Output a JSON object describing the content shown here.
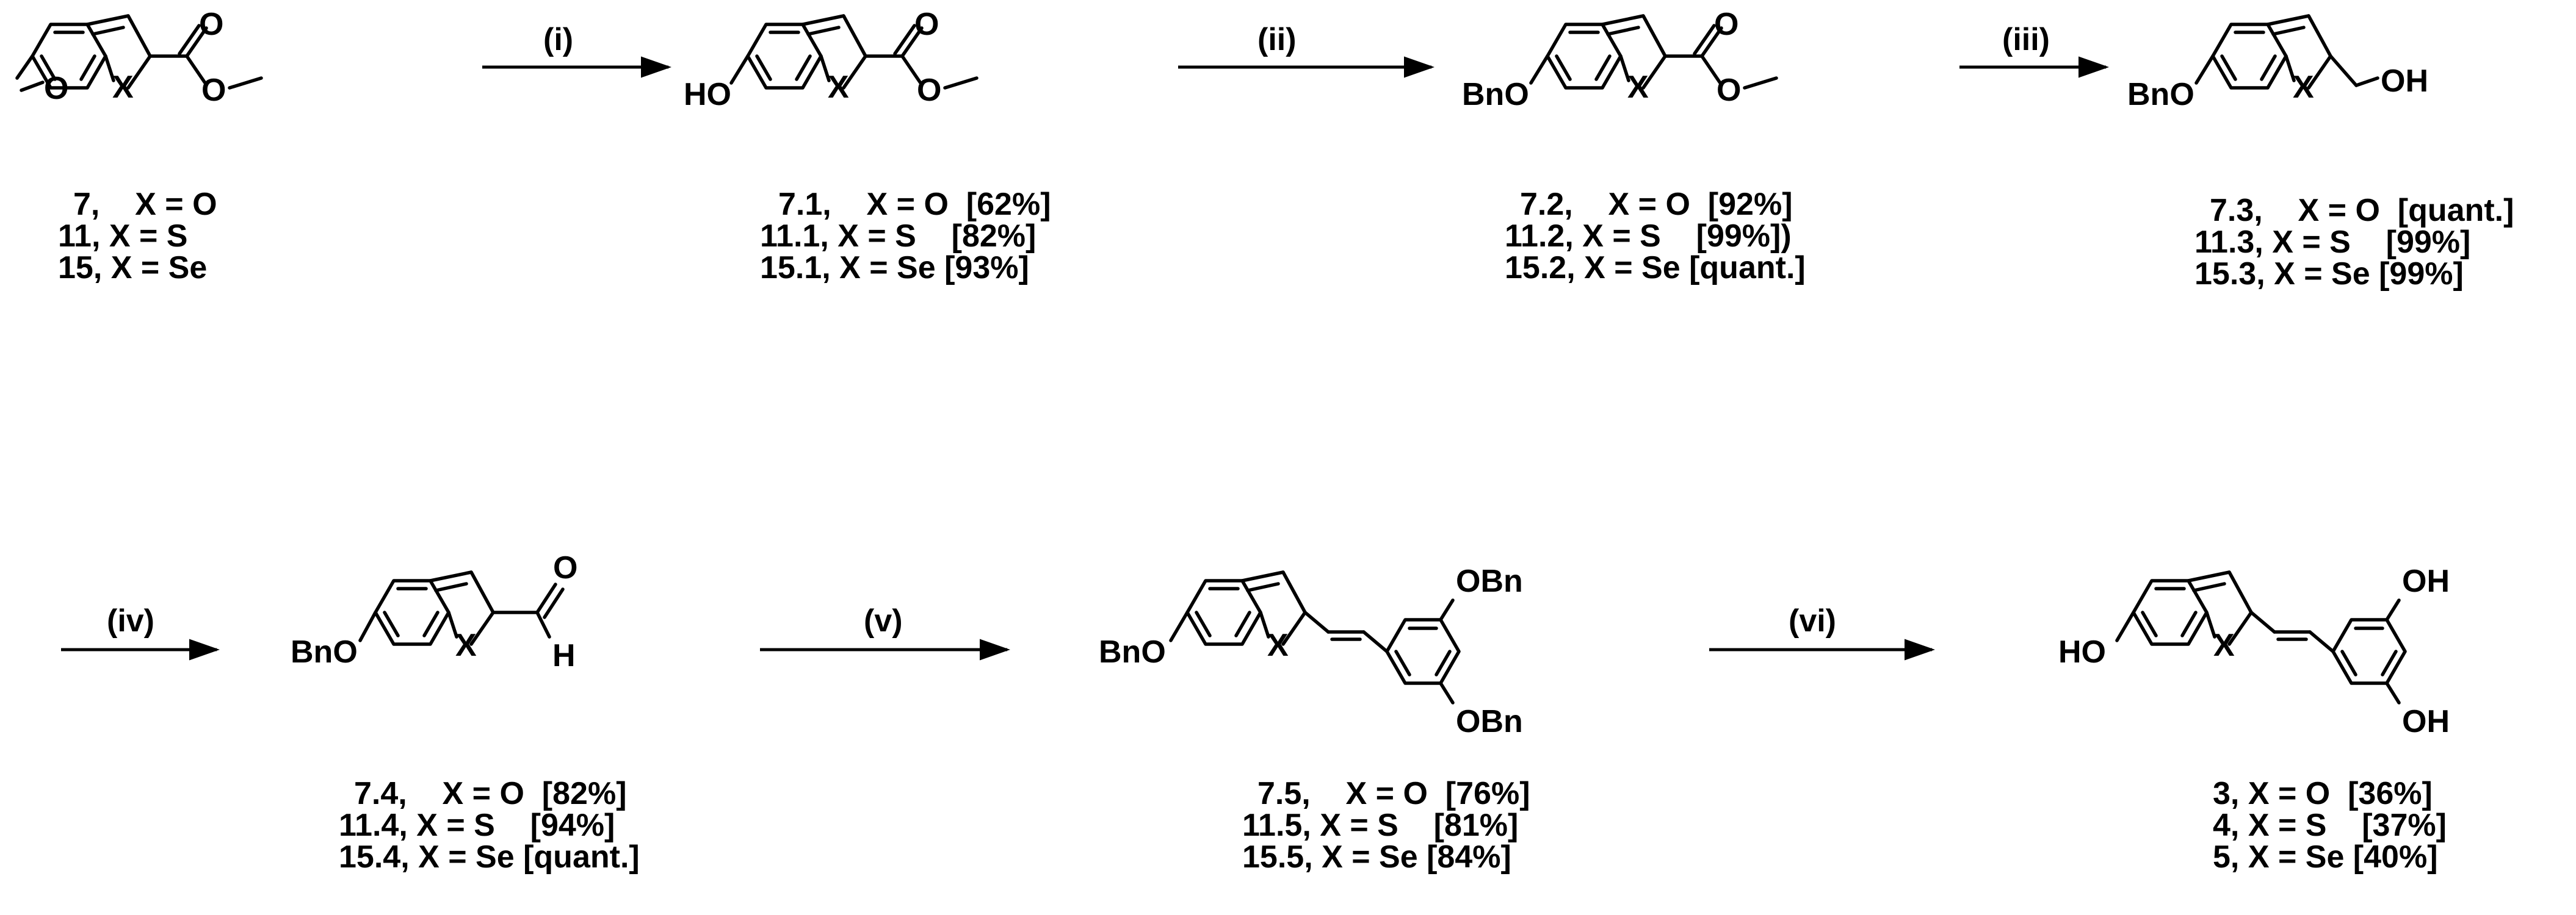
{
  "steps": {
    "s1": "(i)",
    "s2": "(ii)",
    "s3": "(iii)",
    "s4": "(iv)",
    "s5": "(v)",
    "s6": "(vi)"
  },
  "atoms": {
    "ring_x": "X",
    "o": "O",
    "ho": "HO",
    "bno": "BnO",
    "oh": "OH",
    "h": "H",
    "obn": "OBn"
  },
  "compounds": {
    "start": [
      "7,    X = O",
      "11, X = S",
      "15, X = Se"
    ],
    "c1": [
      "7.1,    X = O  [62%]",
      "11.1, X = S    [82%]",
      "15.1, X = Se [93%]"
    ],
    "c2": [
      "7.2,    X = O  [92%]",
      "11.2, X = S    [99%])",
      "15.2, X = Se [quant.]"
    ],
    "c3": [
      "7.3,    X = O  [quant.]",
      "11.3, X = S    [99%]",
      "15.3, X = Se [99%]"
    ],
    "c4": [
      "7.4,    X = O  [82%]",
      "11.4, X = S    [94%]",
      "15.4, X = Se [quant.]"
    ],
    "c5": [
      "7.5,    X = O  [76%]",
      "11.5, X = S    [81%]",
      "15.5, X = Se [84%]"
    ],
    "c6": [
      "3, X = O  [36%]",
      "4, X = S    [37%]",
      "5, X = Se [40%]"
    ]
  }
}
